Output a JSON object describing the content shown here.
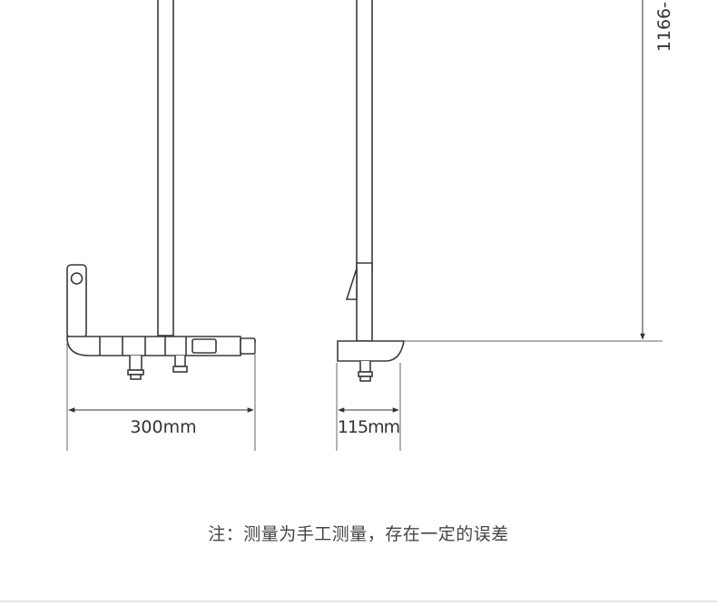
{
  "dimensions": {
    "front_width": "300mm",
    "side_depth": "115mm",
    "height_partial": "1166-"
  },
  "note": "注：测量为手工测量，存在一定的误差"
}
